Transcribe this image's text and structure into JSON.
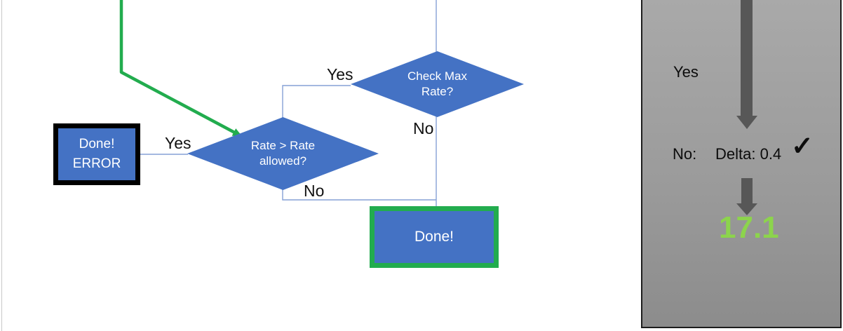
{
  "flowchart": {
    "decisions": {
      "check_max_rate": {
        "line1": "Check Max",
        "line2": "Rate?",
        "yes_label": "Yes",
        "no_label": "No"
      },
      "rate_allowed": {
        "line1": "Rate > Rate",
        "line2": "allowed?",
        "yes_label": "Yes",
        "no_label": "No"
      }
    },
    "terminals": {
      "done_error": {
        "line1": "Done!",
        "line2": "ERROR"
      },
      "done": {
        "label": "Done!"
      }
    }
  },
  "side_panel": {
    "yes_label": "Yes",
    "no_label": "No:",
    "delta_text": "Delta: 0.4",
    "checkmark": "✓",
    "result_value": "17.1"
  },
  "colors": {
    "node_fill": "#4472C4",
    "node_text": "#FFFFFF",
    "connector_blue": "#85A1D6",
    "green_accent": "#22AC4E",
    "error_border": "#000000",
    "gray_arrow": "#575757",
    "panel_bg": "#9B9B9B",
    "panel_border": "#1D1D1D",
    "result_green": "#8CD44C",
    "label_text": "#111111"
  }
}
